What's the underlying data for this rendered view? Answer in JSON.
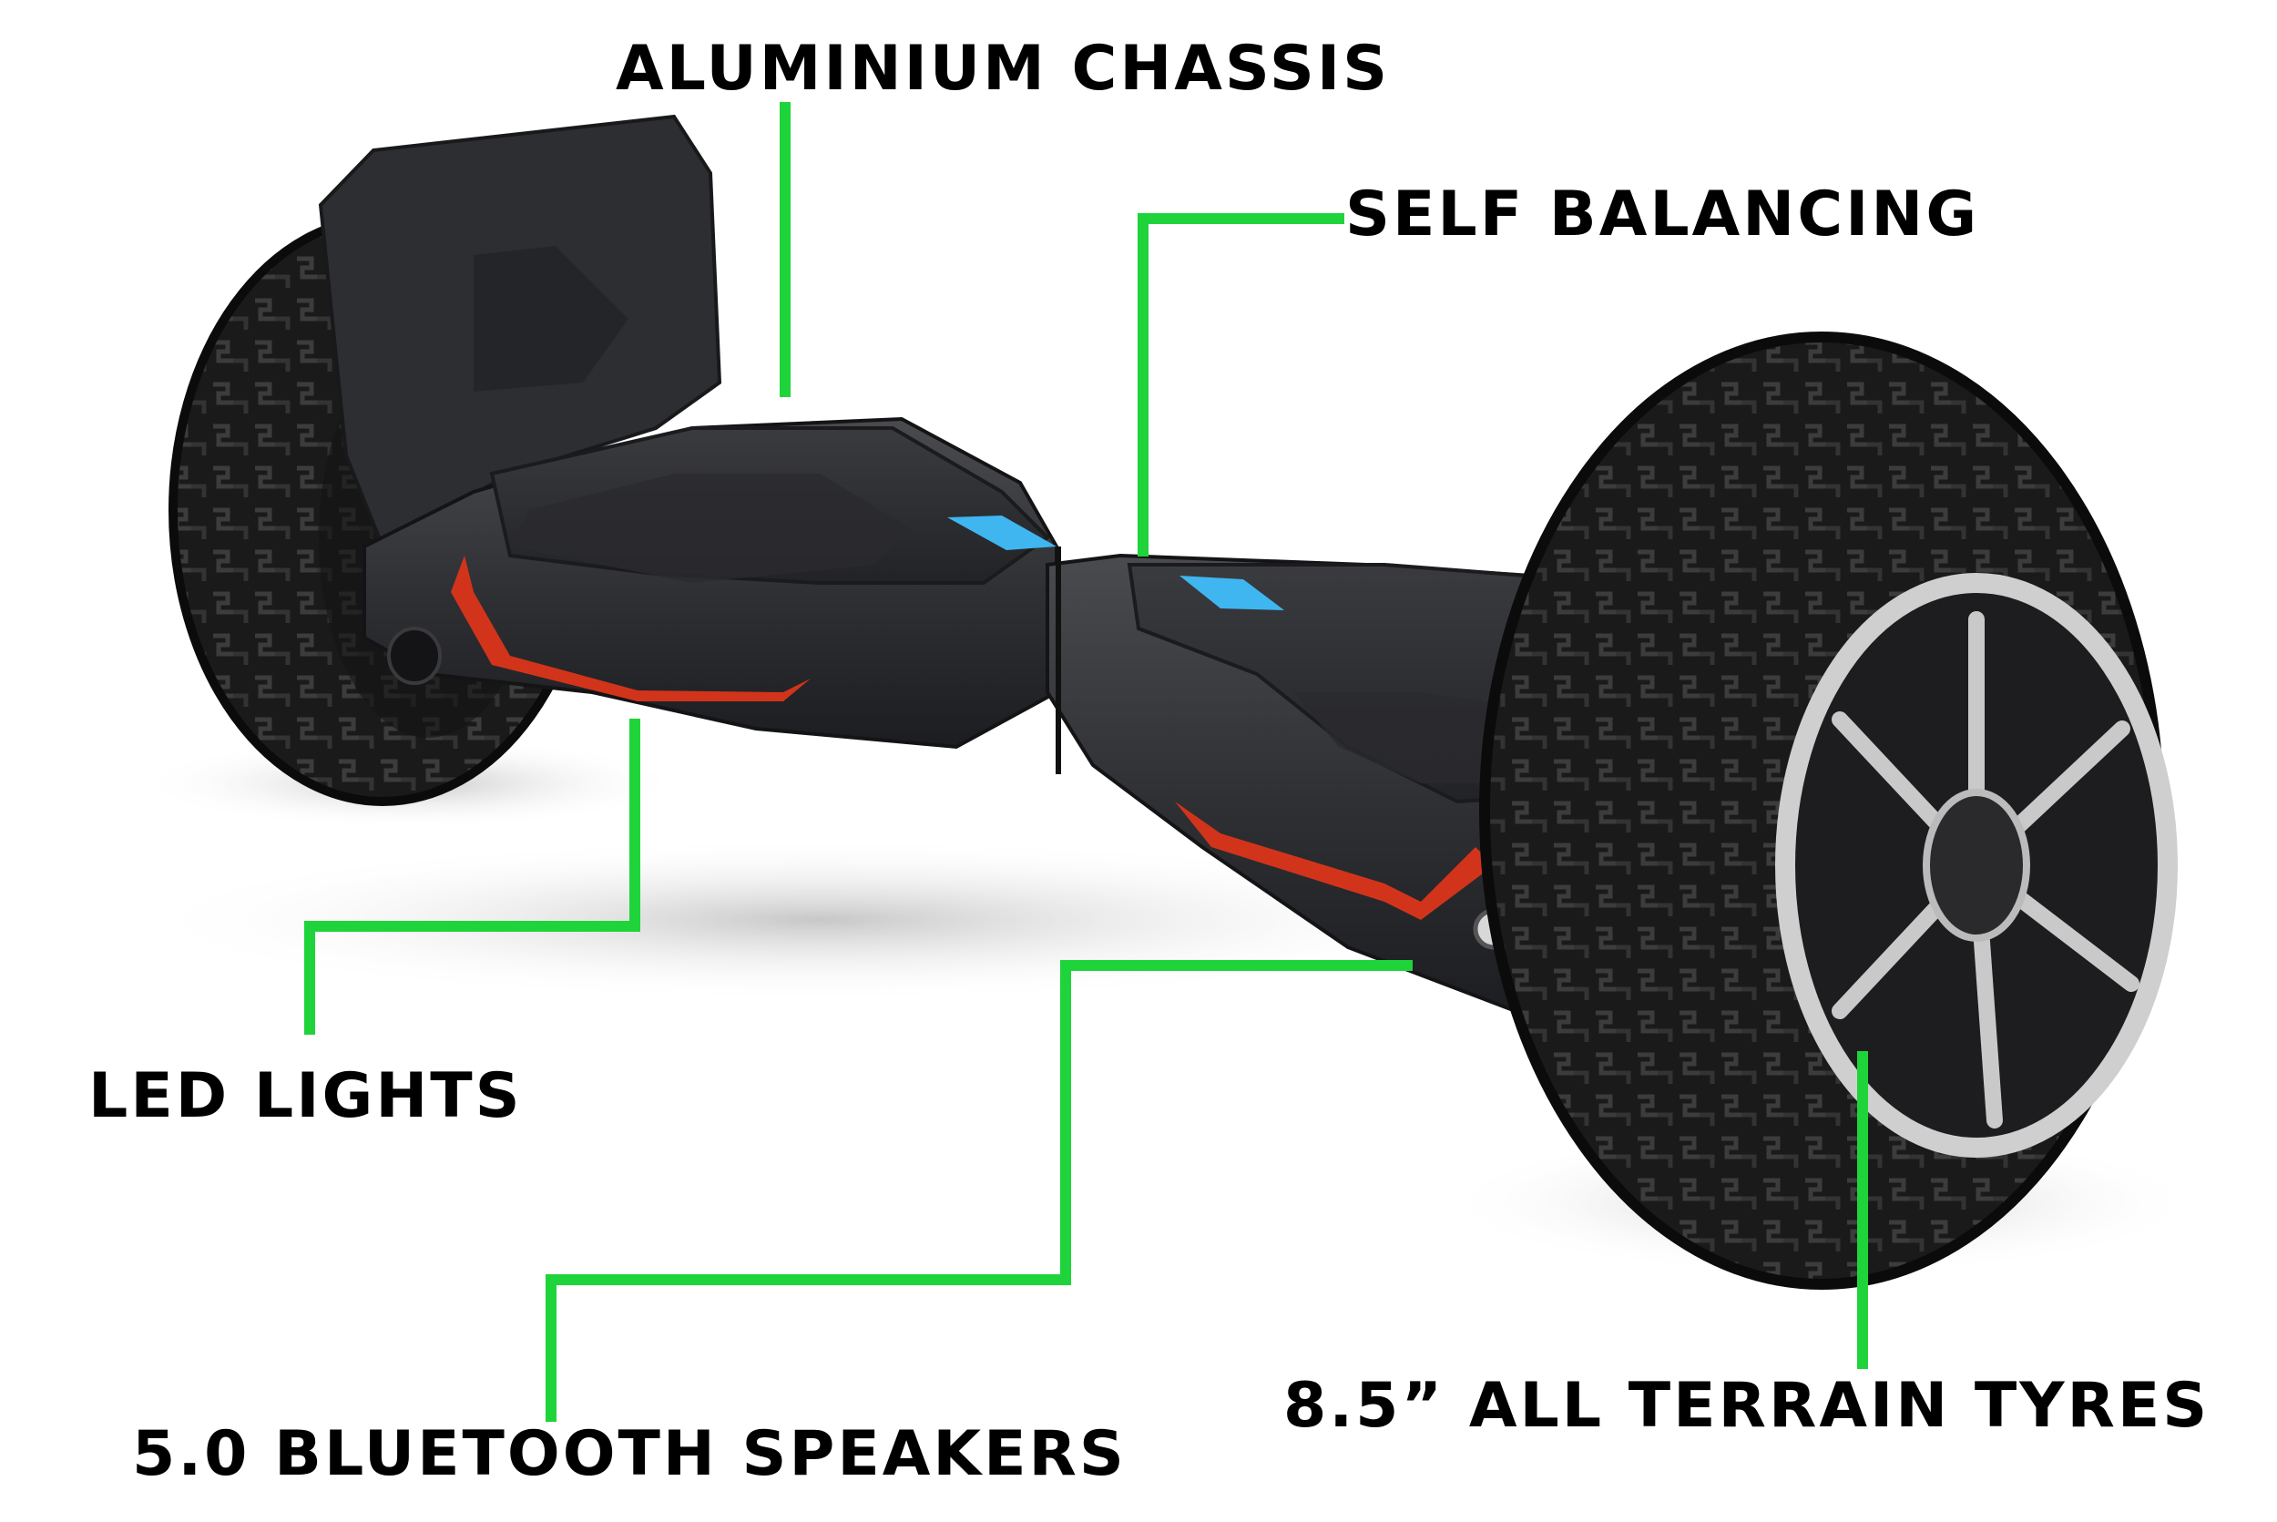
{
  "labels": {
    "chassis": "ALUMINIUM CHASSIS",
    "self_balancing": "SELF BALANCING",
    "led_lights": "LED LIGHTS",
    "bluetooth_speakers": "5.0 BLUETOOTH SPEAKERS",
    "tyres": "8.5” ALL TERRAIN TYRES"
  },
  "colors": {
    "callout_line": "#1fd43a",
    "label_text": "#000000",
    "background": "#ffffff",
    "body": "#2b2c2f",
    "led_red": "#d2341b",
    "led_blue": "#3fb6f0"
  }
}
